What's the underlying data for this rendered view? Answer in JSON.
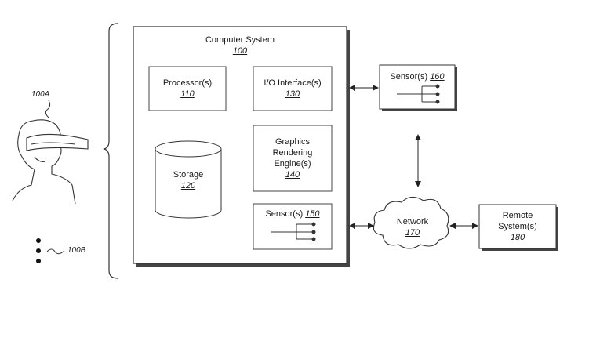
{
  "computer_system": {
    "title": "Computer System",
    "number": "100"
  },
  "processor": {
    "title": "Processor(s)",
    "number": "110"
  },
  "io_interface": {
    "title": "I/O Interface(s)",
    "number": "130"
  },
  "storage": {
    "title": "Storage",
    "number": "120"
  },
  "graphics_engine": {
    "line1": "Graphics",
    "line2": "Rendering",
    "line3": "Engine(s)",
    "number": "140"
  },
  "sensor_internal": {
    "title": "Sensor(s)",
    "number": "150"
  },
  "sensor_external": {
    "title": "Sensor(s)",
    "number": "160"
  },
  "network": {
    "title": "Network",
    "number": "170"
  },
  "remote_system": {
    "line1": "Remote",
    "line2": "System(s)",
    "number": "180"
  },
  "refs": {
    "user_a": "100A",
    "user_b": "100B"
  }
}
